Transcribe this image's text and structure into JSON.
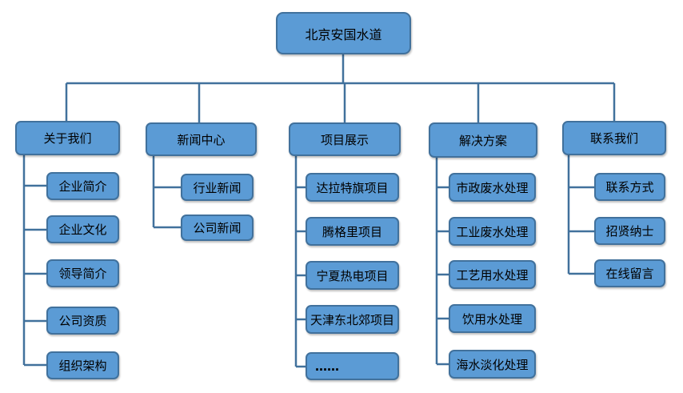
{
  "root": {
    "label": "北京安国水道"
  },
  "categories": [
    {
      "label": "关于我们",
      "items": [
        "企业简介",
        "企业文化",
        "领导简介",
        "公司资质",
        "组织架构"
      ]
    },
    {
      "label": "新闻中心",
      "items": [
        "行业新闻",
        "公司新闻"
      ]
    },
    {
      "label": "项目展示",
      "items": [
        "达拉特旗项目",
        "腾格里项目",
        "宁夏热电项目",
        "天津东北郊项目",
        "……"
      ]
    },
    {
      "label": "解决方案",
      "items": [
        "市政废水处理",
        "工业废水处理",
        "工艺用水处理",
        "饮用水处理",
        "海水淡化处理"
      ]
    },
    {
      "label": "联系我们",
      "items": [
        "联系方式",
        "招贤纳士",
        "在线留言"
      ]
    }
  ],
  "colors": {
    "box_fill": "#5b9bd5",
    "box_border": "#41719c",
    "connector": "#41719c"
  }
}
